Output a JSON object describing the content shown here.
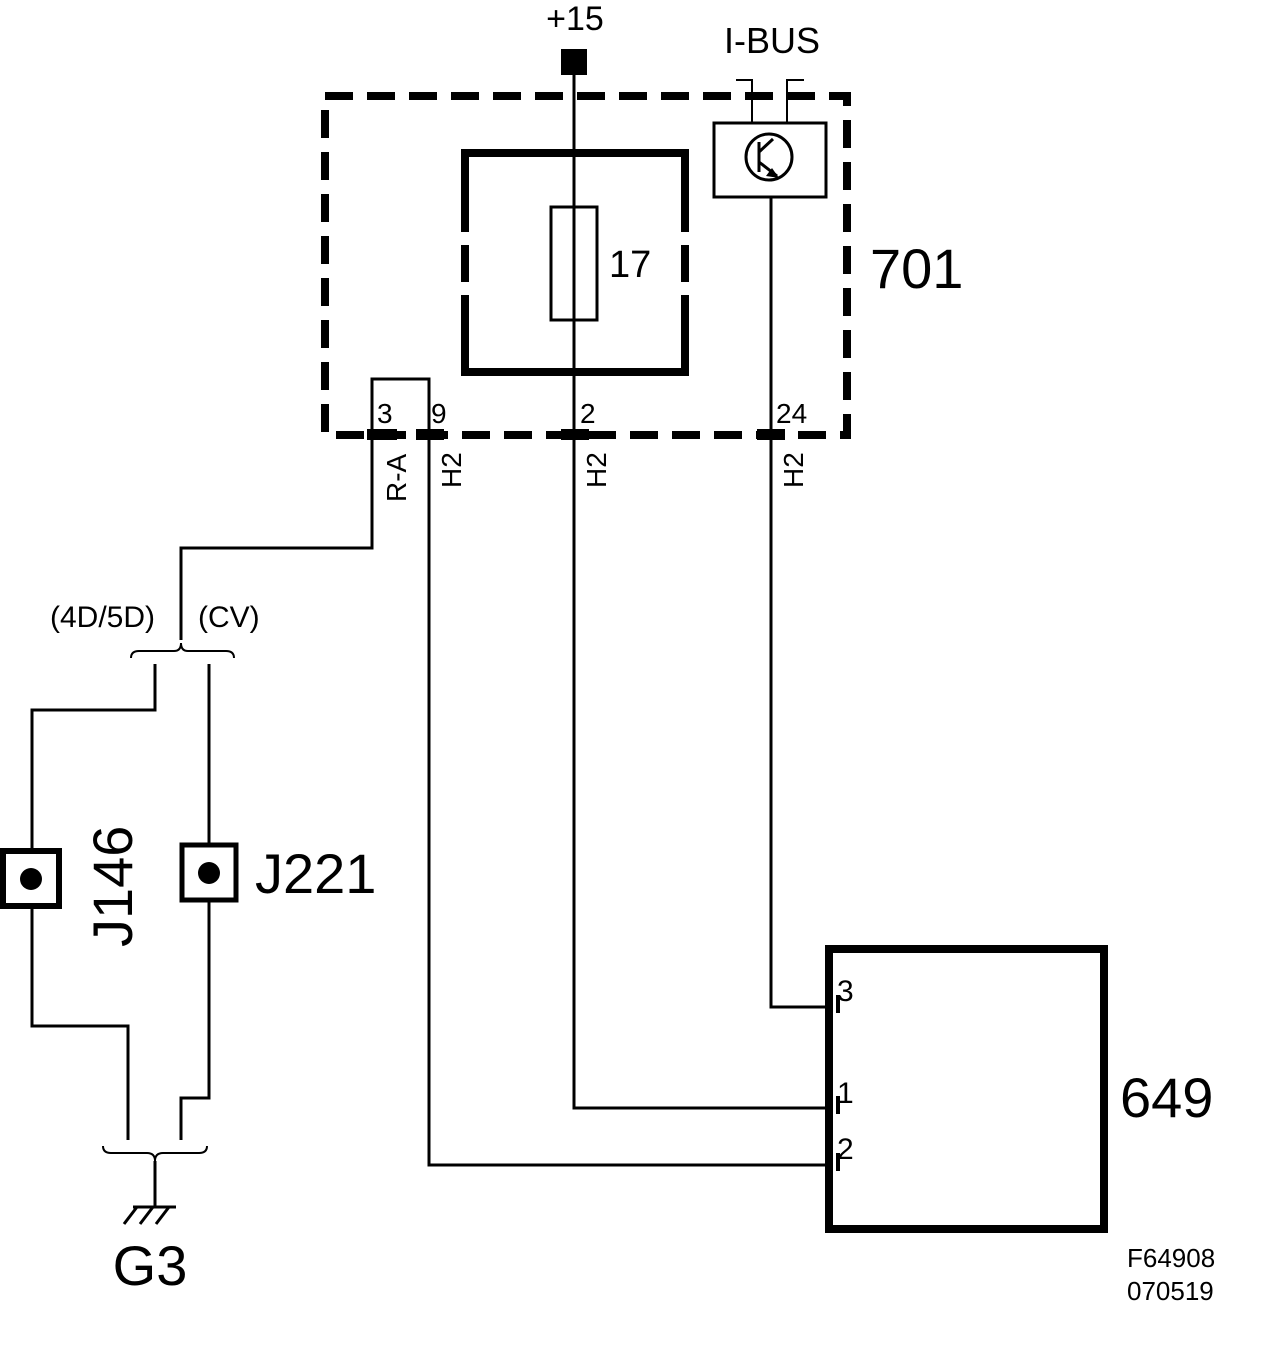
{
  "supply": {
    "label": "+15"
  },
  "bus": {
    "label": "I-BUS"
  },
  "module_701": {
    "label": "701",
    "fuse_label": "17"
  },
  "pins_701": {
    "p3": "3",
    "p9": "9",
    "p2": "2",
    "p24": "24"
  },
  "wire_colors": {
    "ra": "R-A",
    "h2_a": "H2",
    "h2_b": "H2",
    "h2_c": "H2"
  },
  "variants": {
    "left": "(4D/5D)",
    "right": "(CV)"
  },
  "connectors": {
    "j146": "J146",
    "j221": "J221"
  },
  "ground": {
    "label": "G3"
  },
  "module_649": {
    "label": "649",
    "pin3": "3",
    "pin1": "1",
    "pin2": "2"
  },
  "footer": {
    "code": "F64908",
    "date": "070519"
  }
}
